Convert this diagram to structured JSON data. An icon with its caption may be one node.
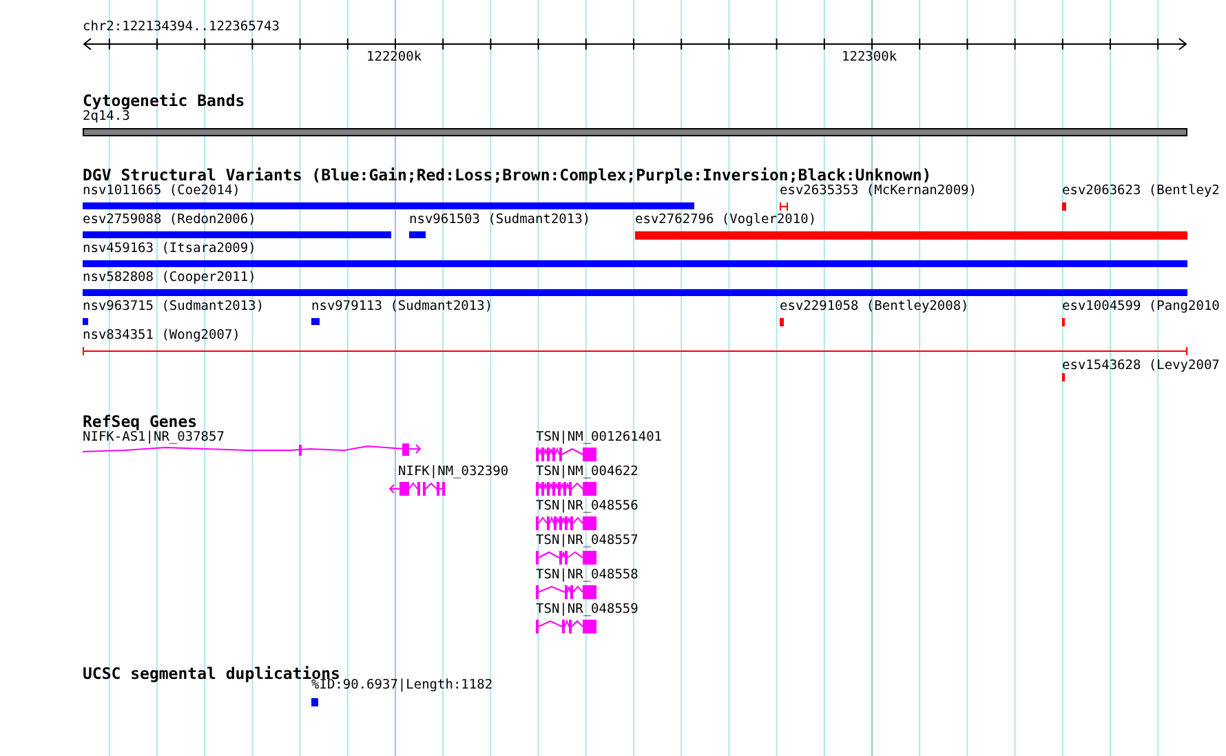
{
  "diagram": {
    "title": "chr2:122134394..122365743",
    "nodes": [
      {
        "text": [
          "2q14.3"
        ]
      },
      {
        "text": [
          "nsv1011665 (Coe2014)"
        ]
      },
      {
        "text": [
          "esv2635353 (McKernan2009)"
        ]
      },
      {
        "text": [
          "esv2063623 (Bentley2"
        ]
      },
      {
        "text": [
          "esv2759088 (Redon2006)"
        ]
      },
      {
        "text": [
          "nsv961503 (Sudmant2013)"
        ]
      },
      {
        "text": [
          "esv2762796 (Vogler2010)"
        ]
      },
      {
        "text": [
          "nsv459163 (Itsara2009)"
        ]
      },
      {
        "text": [
          "nsv582808 (Cooper2011)"
        ]
      },
      {
        "text": [
          "nsv963715 (Sudmant2013)"
        ]
      },
      {
        "text": [
          "nsv979113 (Sudmant2013)"
        ]
      },
      {
        "text": [
          "esv2291058 (Bentley2008)"
        ]
      },
      {
        "text": [
          "esv1004599 (Pang2010"
        ]
      },
      {
        "text": [
          "nsv834351 (Wong2007)"
        ]
      },
      {
        "text": [
          "esv1543628 (Levy2007"
        ]
      },
      {
        "text": [
          "NIFK-AS1|NR_037857"
        ]
      },
      {
        "text": [
          "NIFK|NM_032390"
        ]
      },
      {
        "text": [
          "TSN|NM_001261401"
        ]
      },
      {
        "text": [
          "TSN|NM_004622"
        ]
      },
      {
        "text": [
          "TSN|NR_048556"
        ]
      },
      {
        "text": [
          "TSN|NR_048557"
        ]
      },
      {
        "text": [
          "TSN|NR_048558"
        ]
      },
      {
        "text": [
          "TSN|NR_048559"
        ]
      },
      {
        "text": [
          "%ID:90.6937|Length:1182"
        ]
      }
    ],
    "labels": [
      "122200k",
      "122300k",
      "Cytogenetic Bands",
      "DGV Structural Variants (Blue:Gain;Red:Loss;Brown:Complex;Purple:Inversion;Black:Unknown)",
      "RefSeq Genes",
      "UCSC segmental duplications"
    ]
  }
}
